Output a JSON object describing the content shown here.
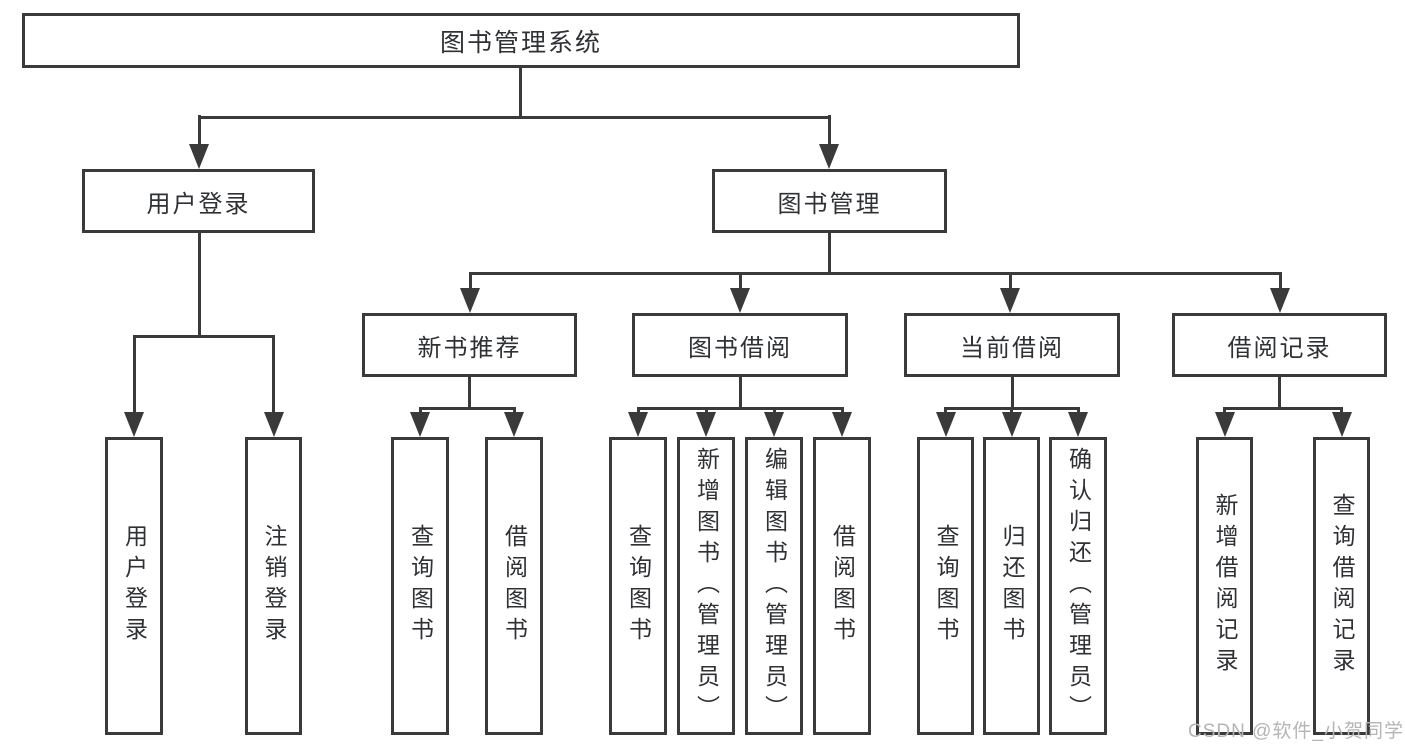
{
  "tree": {
    "label": "图书管理系统",
    "children": [
      {
        "label": "用户登录",
        "children": [
          {
            "label": "用户登录"
          },
          {
            "label": "注销登录"
          }
        ]
      },
      {
        "label": "图书管理",
        "children": [
          {
            "label": "新书推荐",
            "children": [
              {
                "label": "查询图书"
              },
              {
                "label": "借阅图书"
              }
            ]
          },
          {
            "label": "图书借阅",
            "children": [
              {
                "label": "查询图书"
              },
              {
                "label": "新增图书（管理员）"
              },
              {
                "label": "编辑图书（管理员）"
              },
              {
                "label": "借阅图书"
              }
            ]
          },
          {
            "label": "当前借阅",
            "children": [
              {
                "label": "查询图书"
              },
              {
                "label": "归还图书"
              },
              {
                "label": "确认归还（管理员）"
              }
            ]
          },
          {
            "label": "借阅记录",
            "children": [
              {
                "label": "新增借阅记录"
              },
              {
                "label": "查询借阅记录"
              }
            ]
          }
        ]
      }
    ]
  },
  "watermark": {
    "text": "CSDN @软件_小贺同学"
  },
  "colors": {
    "line": "#3a3a3a",
    "text": "#2f3135",
    "background": "#ffffff",
    "watermark": "#b5b5b5"
  }
}
